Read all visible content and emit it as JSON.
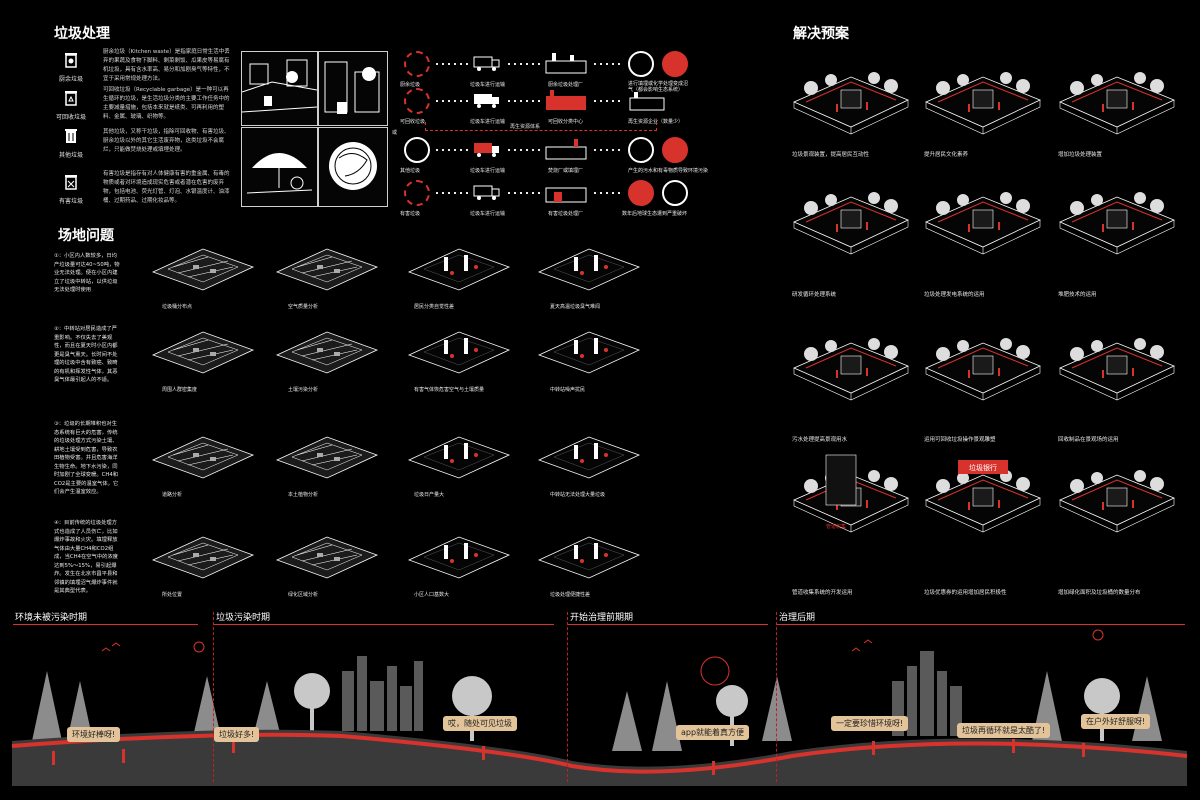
{
  "sections": {
    "waste": "垃圾处理",
    "site": "场地问题",
    "solution": "解决预案"
  },
  "categories": [
    {
      "label": "厨余垃圾",
      "icon": "kitchen-bin-icon"
    },
    {
      "label": "可回收垃圾",
      "icon": "recycle-bin-icon"
    },
    {
      "label": "其他垃圾",
      "icon": "other-bin-icon"
    },
    {
      "label": "有害垃圾",
      "icon": "hazard-bin-icon"
    }
  ],
  "category_texts": [
    "厨余垃圾（Kitchen waste）是指家庭日常生活中丢弃的果蔬及食物下脚料、剩菜剩饭、瓜果皮等易腐有机垃圾，具有含水率高、易分和加剧臭气等特性，不宜于采用常规处理方法。",
    "可回收垃圾（Recyclable garbage）是一种可以再生循环的垃圾，是生活垃圾分类的主要工作任务中的主要减量措施，包括本来就是纸类、可再利用的塑料、金属、玻璃、织物等。",
    "其他垃圾，又称干垃圾，指除可回收物、有害垃圾、厨余垃圾以外的其它生活废弃物，这类垃圾不会腐烂，只能做焚烧处理或填埋处理。",
    "有害垃圾是指存有对人体健康有害的重金属、有毒的物质或者对环境造成现实危害或者潜在危害的废弃物，包括电池、荧光灯管、灯泡、水银温度计、油漆桶、过期药品、过期化妆品等。"
  ],
  "flow_rows": [
    {
      "start": "厨余垃圾",
      "transport": "垃圾车进行运输",
      "plant": "厨余垃圾处理厂",
      "result": "进行填埋或化学处理变成沼气（都会影响生态系统）"
    },
    {
      "start": "可回收垃圾",
      "transport": "垃圾车进行运输",
      "plant": "可回收分类中心",
      "result": "再生资源企业（数量少）"
    },
    {
      "start": "其他垃圾",
      "transport": "垃圾车进行运输",
      "plant": "焚烧厂或填埋厂",
      "result": "产生的污水和有毒物质导致环境污染"
    },
    {
      "start": "有害垃圾",
      "transport": "垃圾车进行运输",
      "plant": "有害垃圾处理厂",
      "result": "数年后地球生态遭到严重破坏"
    }
  ],
  "flow_loop_label": "再生资源体系",
  "flow_side_label": "或",
  "problems": [
    "①：小区内人数较多，日均产垃圾量可达40~50吨，物业无法处理。便在小区内建立了垃圾中转站，以供垃圾无法处理时使用",
    "②：中转站对居民造成了严重影响。不仅失去了美观性，而且在夏天时小区内都更是臭气熏天。长时间不处理的垃圾中含有致癌、致畸的有机和挥发性气体，其恶臭气体最引起人的不适。",
    "③：垃圾的长期堆积也对生态系统有巨大的危害，传统的垃圾处理方式污染土壤、耕地土壤受到危害，导致农田植物受害。并且危害海洋生物生命。地下水污染，同时加剧了全球变暖。CH4和CO2是主要的温室气体，它们会产生温室效应。",
    "④：目前传统的垃圾处理方式也造成了人员伤亡，比如爆炸事故和火灾。填埋释放气体由大量CH4和CO2组成，当CH4在空气中的浓度达到5%～15%，易引起爆炸。发生在北京市昌平县和邻镇的填埋沼气爆炸事件就是其典型代表。"
  ],
  "diagram_labels": [
    [
      "垃圾桶分布点",
      "空气质量分析",
      "居民分类自觉性差",
      "夏天高温垃圾臭气难闻"
    ],
    [
      "周围人群密集度",
      "土壤污染分析",
      "有害气体恢危害空气与土壤质量",
      "中转站噪声扰民"
    ],
    [
      "道路分析",
      "本土植物分析",
      "垃圾日产量大",
      "中转站无法处理大量垃圾"
    ],
    [
      "所处位置",
      "绿化区域分析",
      "小区人口基数大",
      "垃圾处理便捷性差"
    ]
  ],
  "solutions": [
    [
      "垃圾景观装置，提高居民互动性",
      "提升居民文化素养",
      "增加垃圾处理装置"
    ],
    [
      "研发循环处理系统",
      "垃圾处理发电系统的运用",
      "堆肥技术的运用"
    ],
    [
      "污水处理提高景观用水",
      "运用可回收垃圾操作景观雕塑",
      "回收制品在景观场的运用"
    ],
    [
      "管道收集系统的开发运用",
      "垃圾优惠券的运用增加居民积极性",
      "增加绿化面积及垃圾桶的数量分布"
    ]
  ],
  "solution_sign": "垃圾银行",
  "solution_pipe_sign": "管道收集",
  "phases": [
    {
      "title": "环境未被污染时期"
    },
    {
      "title": "垃圾污染时期"
    },
    {
      "title": "开始治理前期期"
    },
    {
      "title": "治理后期"
    }
  ],
  "bubbles": [
    "环境好棒呀!",
    "垃圾好多!",
    "哎，随处可见垃圾",
    "app就能着真方便",
    "一定要珍惜环境呀!",
    "垃圾再循环就是太酷了!",
    "在户外好舒服呀!"
  ],
  "colors": {
    "accent": "#d7332c",
    "bubble": "#e3c49a",
    "bg": "#000000"
  }
}
